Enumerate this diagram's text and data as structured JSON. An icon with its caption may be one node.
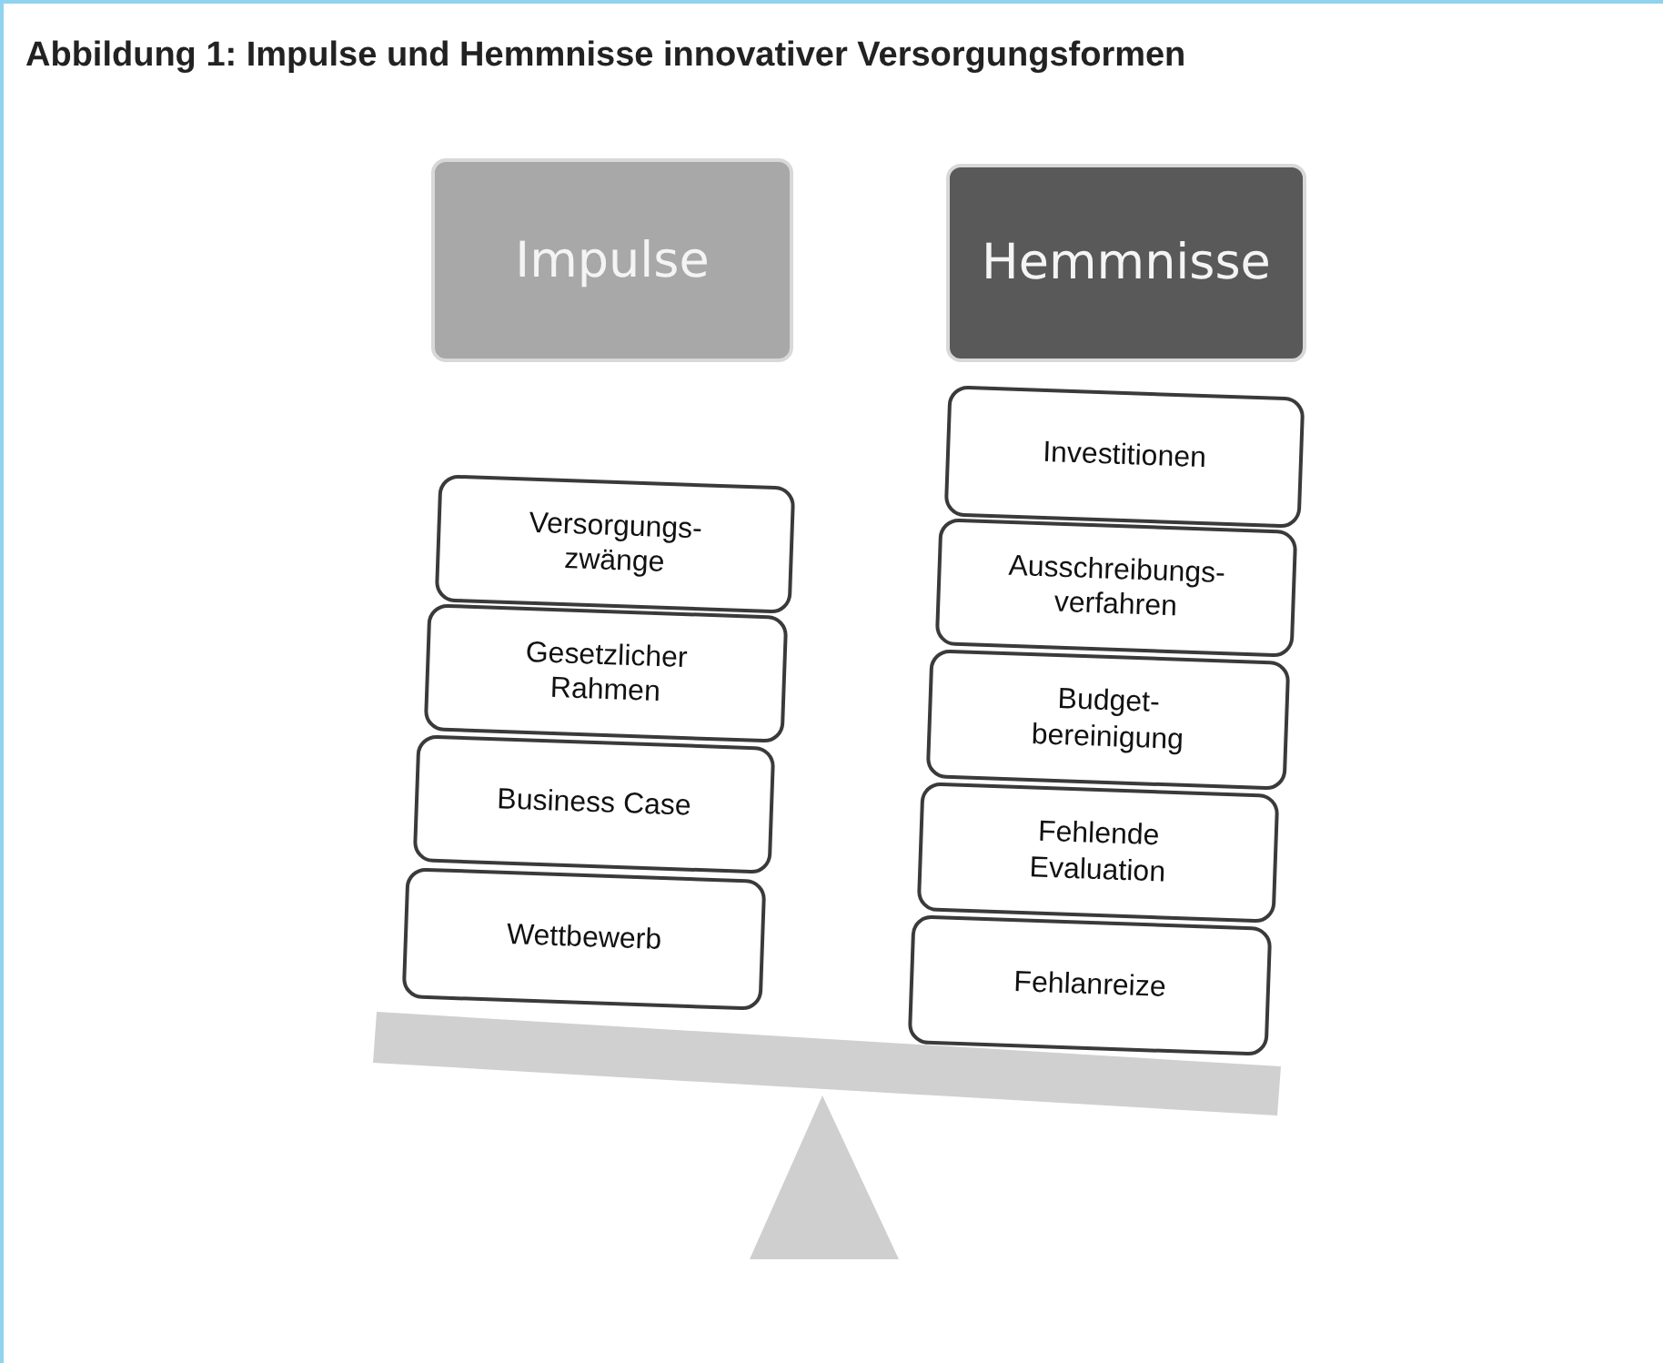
{
  "diagram": {
    "title": "Abbildung 1: Impulse und Hemmnisse innovativer Versorgungsformen",
    "nodes": [
      {
        "text": [
          "Impulse"
        ]
      },
      {
        "text": [
          "Hemmnisse"
        ]
      },
      {
        "text": [
          "Versorgungs- zwänge"
        ]
      },
      {
        "text": [
          "Gesetzlicher Rahmen"
        ]
      },
      {
        "text": [
          "Business Case"
        ]
      },
      {
        "text": [
          "Wettbewerb"
        ]
      },
      {
        "text": [
          "Investitionen"
        ]
      },
      {
        "text": [
          "Ausschreibungs- verfahren"
        ]
      },
      {
        "text": [
          "Budget- bereinigung"
        ]
      },
      {
        "text": [
          "Fehlende Evaluation"
        ]
      },
      {
        "text": [
          "Fehlanreize"
        ]
      }
    ]
  }
}
